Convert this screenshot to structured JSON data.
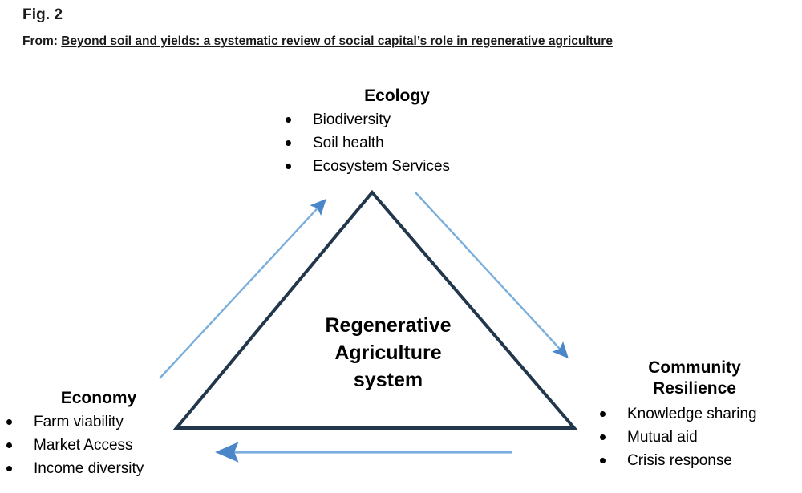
{
  "header": {
    "fig_number": "Fig. 2",
    "from_label": "From: ",
    "source_title": "Beyond soil and yields: a systematic review of social capital’s role in regenerative agriculture"
  },
  "colors": {
    "triangle_stroke": "#22374b",
    "arrow_line": "#7aaedc",
    "arrow_head": "#4a86c8",
    "text": "#000000"
  },
  "diagram": {
    "center_label": {
      "line1": "Regenerative",
      "line2": "Agriculture",
      "line3": "system"
    },
    "nodes": [
      {
        "id": "ecology",
        "heading": "Ecology",
        "items": [
          "Biodiversity",
          "Soil health",
          "Ecosystem Services"
        ]
      },
      {
        "id": "economy",
        "heading": "Economy",
        "items": [
          "Farm viability",
          "Market Access",
          "Income diversity"
        ]
      },
      {
        "id": "community",
        "heading_line1": "Community",
        "heading_line2": "Resilience",
        "items": [
          "Knowledge sharing",
          "Mutual aid",
          "Crisis response"
        ]
      }
    ],
    "arrows": [
      {
        "id": "economy-to-ecology",
        "direction": "up-right"
      },
      {
        "id": "ecology-to-community",
        "direction": "down-right"
      },
      {
        "id": "community-to-economy",
        "direction": "left"
      }
    ]
  }
}
